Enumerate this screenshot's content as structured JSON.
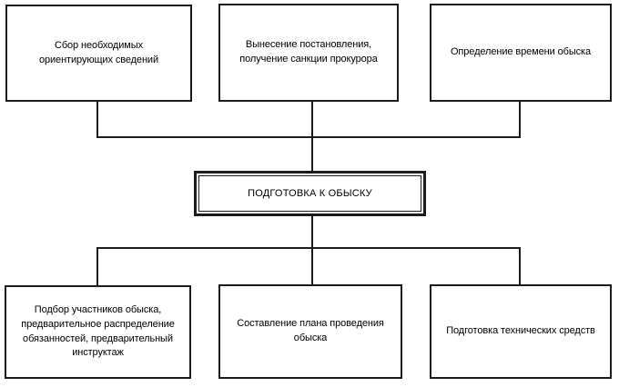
{
  "diagram": {
    "center": {
      "label": "ПОДГОТОВКА К ОБЫСКУ"
    },
    "top_nodes": [
      {
        "label": "Сбор необходимых\nориентирующих сведений"
      },
      {
        "label": "Вынесение постановления,\nполучение санкции прокурора"
      },
      {
        "label": "Определение времени обыска"
      }
    ],
    "bottom_nodes": [
      {
        "label": "Подбор участников обыска,\nпредварительное распределение\nобязанностей, предварительный\nинструктаж"
      },
      {
        "label": "Составление плана проведения обыска"
      },
      {
        "label": "Подготовка технических средств"
      }
    ],
    "colors": {
      "background": "#ffffff",
      "border": "#1b1b1b",
      "line": "#1b1b1b",
      "text": "#000000"
    }
  }
}
